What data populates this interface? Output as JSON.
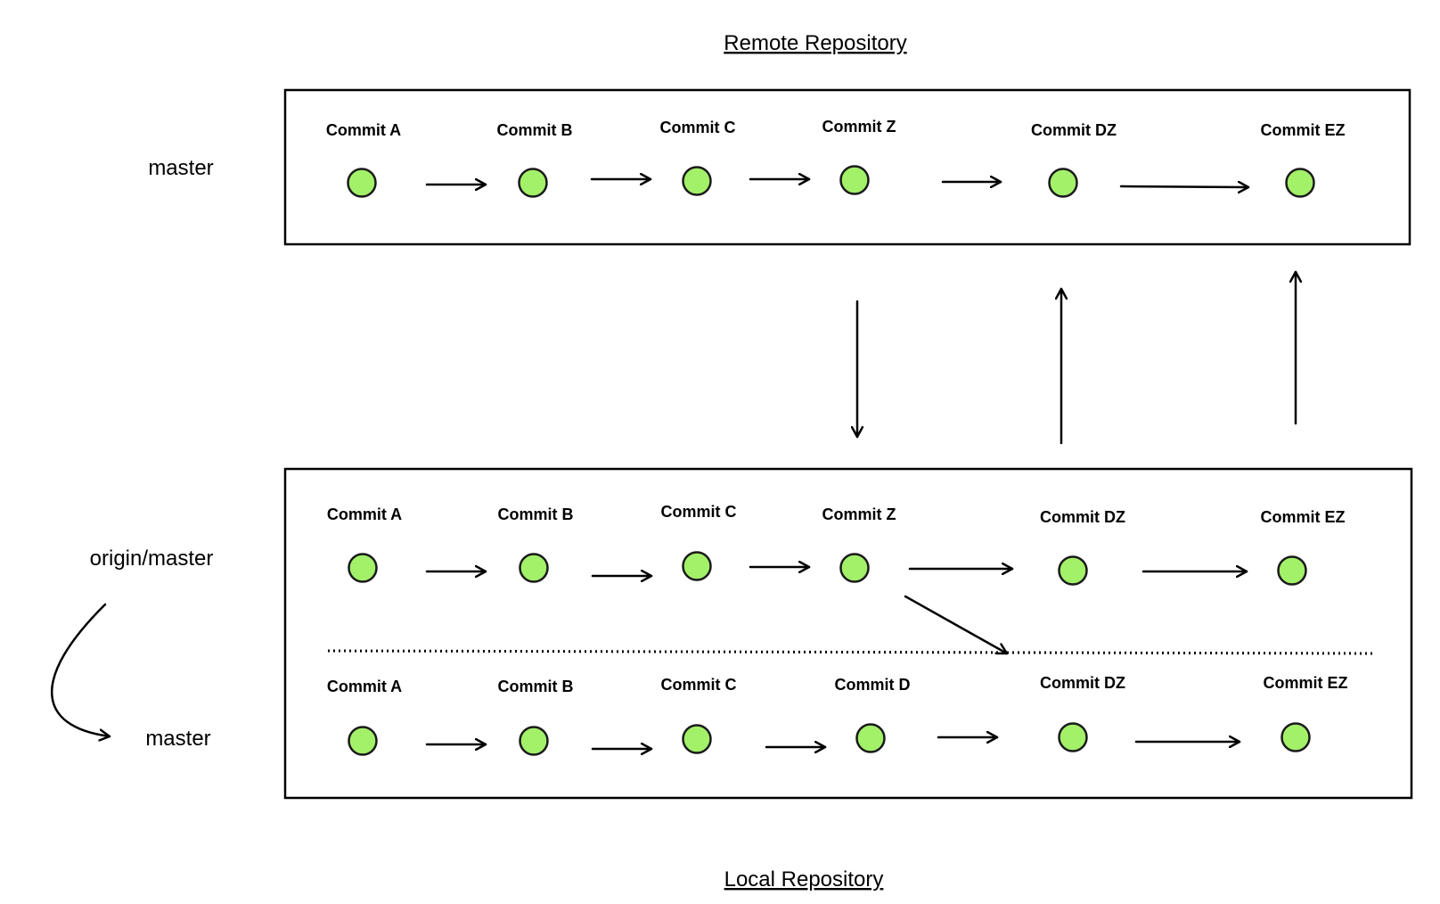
{
  "remote_title": "Remote Repository",
  "local_title": "Local Repository",
  "remote": {
    "branch_label": "master",
    "commits": [
      "Commit A",
      "Commit B",
      "Commit C",
      "Commit Z",
      "Commit DZ",
      "Commit EZ"
    ]
  },
  "local": {
    "origin": {
      "branch_label": "origin/master",
      "commits": [
        "Commit A",
        "Commit B",
        "Commit C",
        "Commit Z",
        "Commit DZ",
        "Commit EZ"
      ]
    },
    "master": {
      "branch_label": "master",
      "commits": [
        "Commit A",
        "Commit B",
        "Commit C",
        "Commit D",
        "Commit DZ",
        "Commit EZ"
      ]
    }
  },
  "colors": {
    "node_fill": "#a3f069",
    "line": "#000000"
  }
}
